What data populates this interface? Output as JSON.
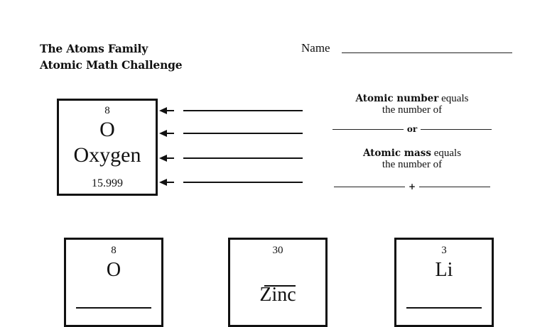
{
  "header": {
    "title_line1": "The Atoms Family",
    "title_line2": "Atomic Math Challenge",
    "name_label": "Name"
  },
  "example_element": {
    "atomic_number": "8",
    "symbol": "O",
    "name": "Oxygen",
    "atomic_mass": "15.999"
  },
  "rules": {
    "atomic_number_bold": "Atomic number",
    "atomic_number_rest": " equals",
    "atomic_number_line2": "the number of",
    "or_word": "or",
    "atomic_mass_bold": "Atomic mass",
    "atomic_mass_rest": " equals",
    "atomic_mass_line2": "the number of",
    "plus_sign": "+"
  },
  "challenge_boxes": [
    {
      "atomic_number": "8",
      "symbol": "O",
      "name": ""
    },
    {
      "atomic_number": "30",
      "symbol": "",
      "name": "Zinc"
    },
    {
      "atomic_number": "3",
      "symbol": "Li",
      "name": ""
    }
  ]
}
